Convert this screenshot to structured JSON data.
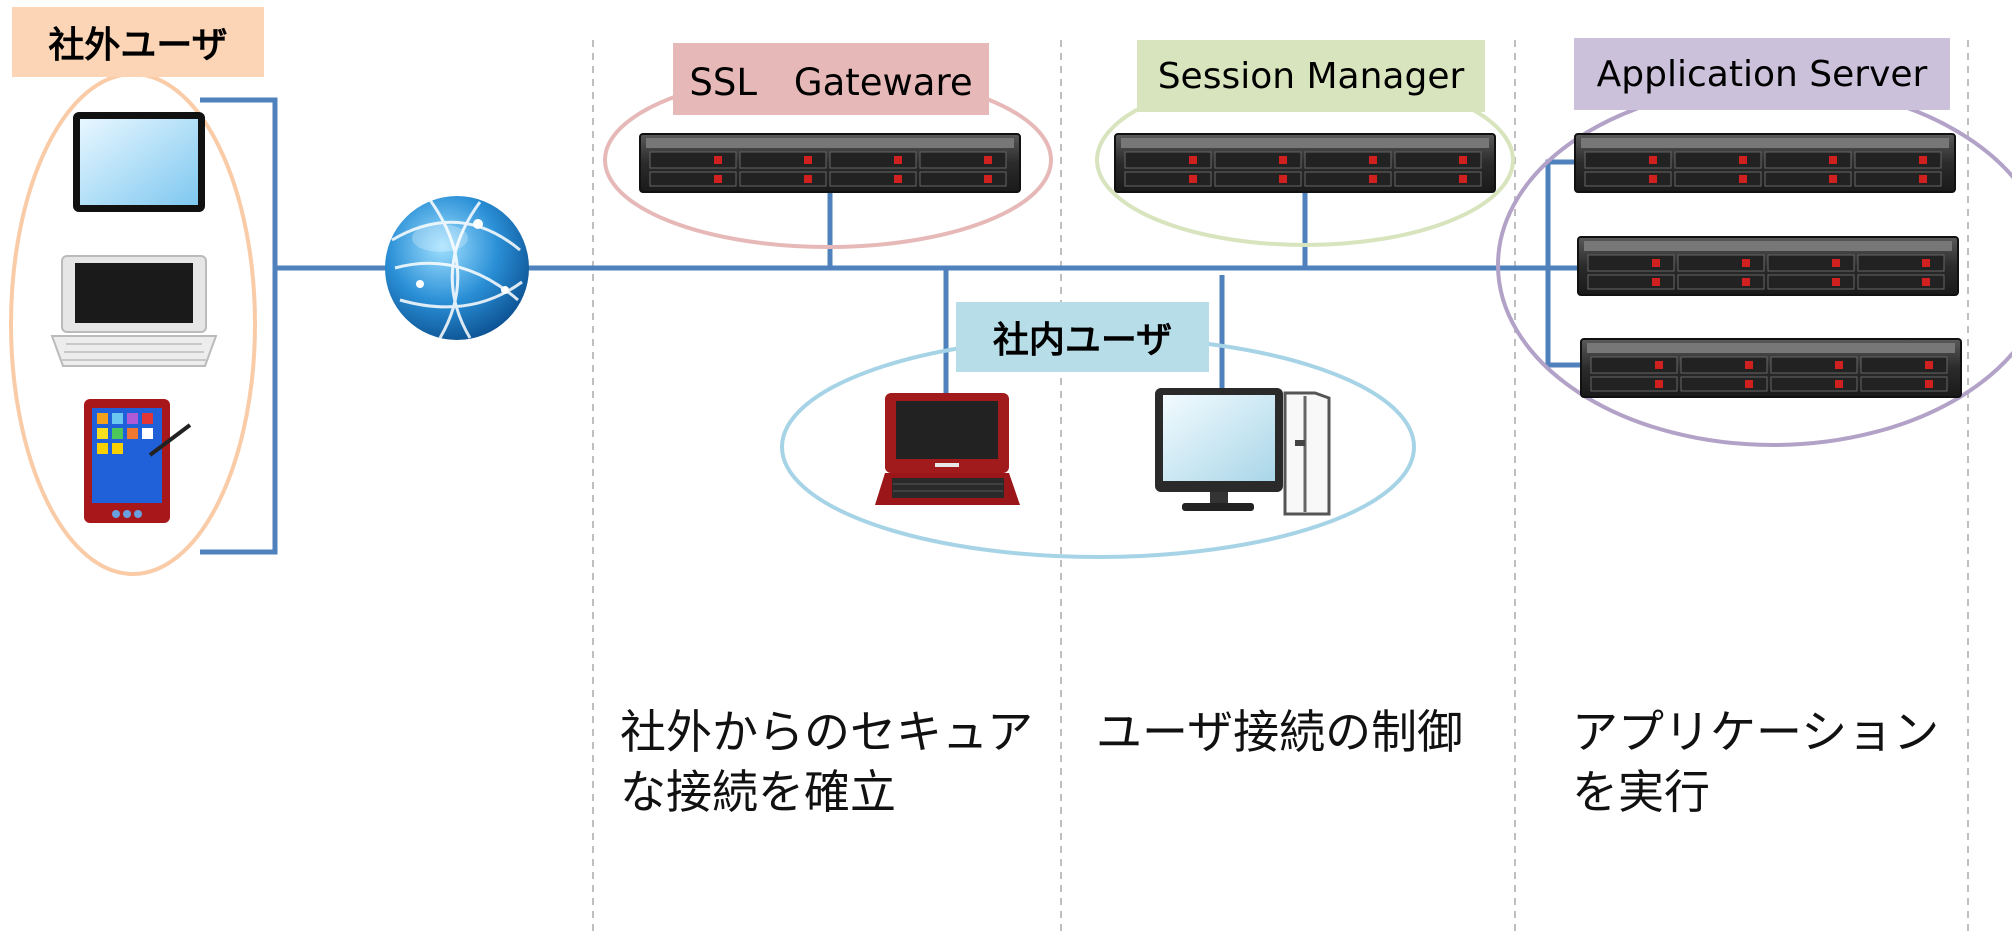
{
  "labels": {
    "external_users": "社外ユーザ",
    "internal_users": "社内ユーザ",
    "ssl_gateway": "SSL　Gateware",
    "session_manager": "Session Manager",
    "application_server": "Application Server"
  },
  "descriptions": {
    "ssl_gateway_line1": "社外からのセキュア",
    "ssl_gateway_line2": "な接続を確立",
    "session_manager_line1": "ユーザ接続の制御",
    "application_server_line1": "アプリケーション",
    "application_server_line2": "を実行"
  },
  "colors": {
    "connection_line": "#4f81bd",
    "external_box": "#fbd5b5",
    "external_ring": "#f9cba7",
    "ssl_box": "#e6b9b8",
    "ssl_ring": "#e6b9b8",
    "session_box": "#d7e4bd",
    "session_ring": "#d7e4bd",
    "app_box": "#ccc1da",
    "app_ring": "#b3a2c7",
    "internal_box": "#b7dee8",
    "internal_ring": "#a6d4e6",
    "divider": "#bfbfbf"
  },
  "icons": {
    "internet": "globe-icon",
    "server": "rack-server-icon",
    "tablet": "tablet-icon",
    "netbook": "netbook-icon",
    "pda": "pen-tablet-icon",
    "laptop": "laptop-icon",
    "desktop": "desktop-pc-icon"
  }
}
